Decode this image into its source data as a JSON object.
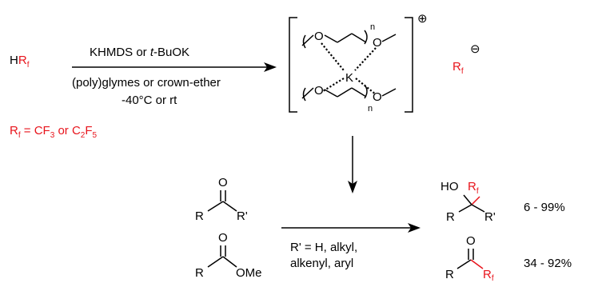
{
  "reagent": {
    "h": "H",
    "r": "R",
    "f": "f"
  },
  "conditions": {
    "line1_a": "KHMDS or ",
    "line1_b": "t",
    "line1_c": "-BuOK",
    "line2": "(poly)glymes or crown-ether",
    "line3": "-40°C or rt"
  },
  "rf_definition": {
    "r": "R",
    "f": "f",
    "eq": " = CF",
    "s3": "3",
    "or": " or C",
    "s2": "2",
    "f2": "F",
    "s5": "5"
  },
  "complex": {
    "o": "O",
    "k": "K",
    "n": "n",
    "plus": "⊕"
  },
  "anion": {
    "r": "R",
    "f": "f",
    "minus": "⊖"
  },
  "ketone": {
    "o": "O",
    "r": "R",
    "rp": "R'"
  },
  "ester": {
    "o": "O",
    "r": "R",
    "ome": "OMe"
  },
  "second_conditions": {
    "line1": "R' = H, alkyl,",
    "line2": "alkenyl, aryl"
  },
  "alcohol_product": {
    "ho": "HO",
    "r": "R",
    "f": "f",
    "rp": "R'",
    "yield": "6 - 99%"
  },
  "ketone_product": {
    "o": "O",
    "r": "R",
    "rf_r": "R",
    "f": "f",
    "yield": "34 - 92%"
  },
  "colors": {
    "accent": "#e8141c",
    "ink": "#000000"
  }
}
